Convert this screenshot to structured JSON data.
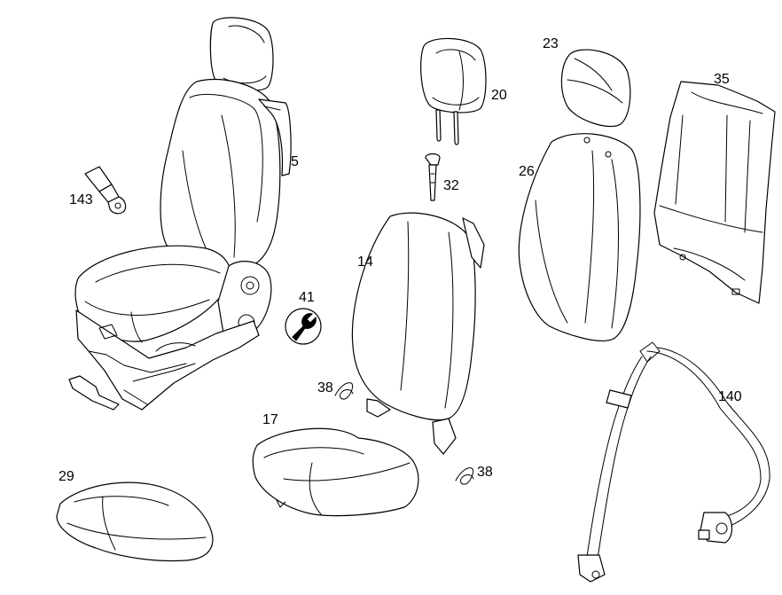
{
  "diagram": {
    "callouts": [
      {
        "number": "5",
        "part": "complete-seat"
      },
      {
        "number": "143",
        "part": "seat-belt-buckle"
      },
      {
        "number": "20",
        "part": "headrest"
      },
      {
        "number": "32",
        "part": "headrest-guide"
      },
      {
        "number": "23",
        "part": "headrest-cover"
      },
      {
        "number": "35",
        "part": "backrest-rear-panel"
      },
      {
        "number": "26",
        "part": "backrest-cover"
      },
      {
        "number": "14",
        "part": "backrest-cushion"
      },
      {
        "number": "41",
        "part": "tool-wrench"
      },
      {
        "number": "38",
        "part": "clip-upper"
      },
      {
        "number": "38",
        "part": "clip-lower"
      },
      {
        "number": "17",
        "part": "seat-cushion"
      },
      {
        "number": "29",
        "part": "seat-cushion-cover"
      },
      {
        "number": "140",
        "part": "seat-belt"
      }
    ]
  }
}
